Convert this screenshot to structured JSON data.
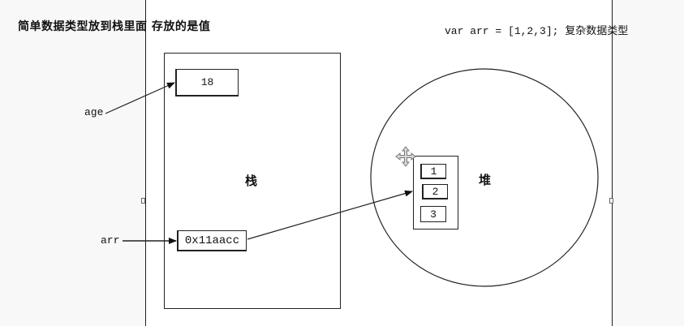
{
  "titles": {
    "simple_note": "简单数据类型放到栈里面 存放的是值",
    "complex_note": "var arr = [1,2,3]; 复杂数据类型"
  },
  "stack": {
    "label": "栈",
    "age_value": "18",
    "arr_address": "0x11aacc"
  },
  "heap": {
    "label": "堆",
    "elements": [
      "1",
      "2",
      "3"
    ]
  },
  "variables": {
    "age": "age",
    "arr": "arr"
  },
  "icons": {
    "move_cursor": "move-cursor-icon"
  }
}
